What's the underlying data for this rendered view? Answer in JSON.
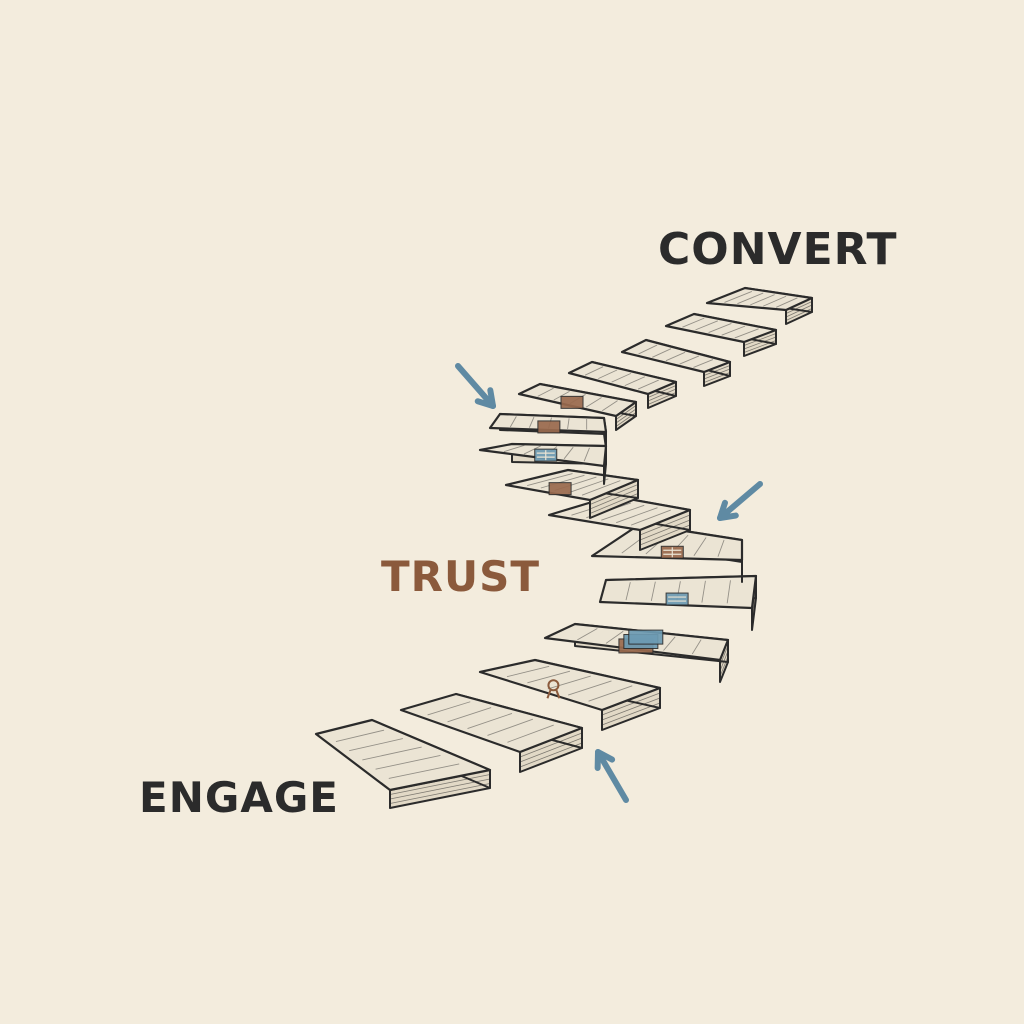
{
  "labels": {
    "convert": "CONVERT",
    "trust": "TRUST",
    "engage": "ENGAGE"
  },
  "colors": {
    "background": "#f3ecdd",
    "ink": "#2b2b2b",
    "trust_accent": "#8b5a3c",
    "blue_accent": "#5f8aa3",
    "step_top": "#ebe4d4",
    "step_side": "#e2d9c6",
    "brown_block": "#9a6a4e",
    "blue_block": "#6d9bb3"
  },
  "steps": [
    {
      "icons": []
    },
    {
      "icons": []
    },
    {
      "icons": [
        "ribbon-icon"
      ]
    },
    {
      "icons": [
        "brown-block-icon",
        "blue-block-icon",
        "blue-block-icon"
      ]
    },
    {
      "icons": [
        "blue-list-icon"
      ]
    },
    {
      "icons": [
        "brown-grid-icon"
      ]
    },
    {
      "icons": []
    },
    {
      "icons": [
        "brown-block-icon"
      ]
    },
    {
      "icons": [
        "blue-grid-icon"
      ]
    },
    {
      "icons": [
        "brown-block-icon"
      ]
    },
    {
      "icons": [
        "brown-block-icon"
      ]
    },
    {
      "icons": []
    },
    {
      "icons": []
    },
    {
      "icons": []
    },
    {
      "icons": []
    }
  ],
  "arrows": [
    {
      "name": "arrow-icon-upper-left"
    },
    {
      "name": "arrow-icon-right"
    },
    {
      "name": "arrow-icon-bottom"
    }
  ]
}
